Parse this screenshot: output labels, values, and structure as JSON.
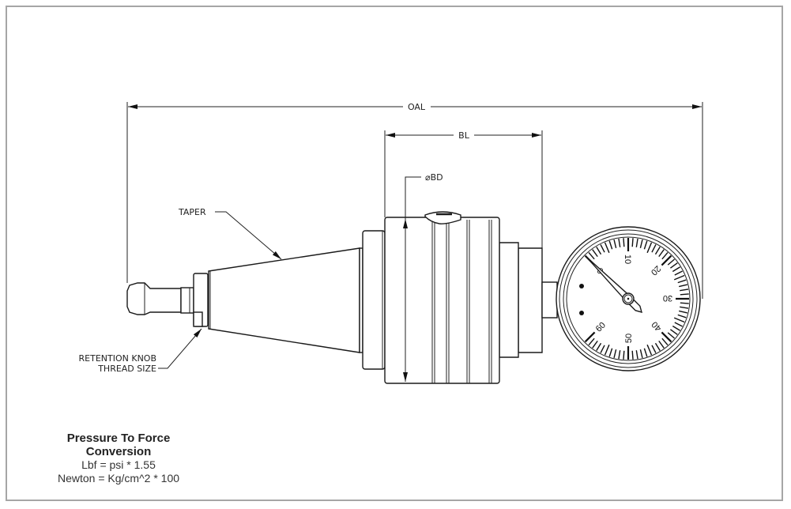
{
  "dimensions": {
    "oal": "OAL",
    "bl": "BL",
    "bd": "⌀BD",
    "taper": "TAPER",
    "retention_line1": "RETENTION KNOB",
    "retention_line2": "THREAD SIZE"
  },
  "gauge": {
    "labels": [
      "10",
      "20",
      "30",
      "40",
      "50",
      "60"
    ],
    "hidden_label": "0",
    "scale_min": 0,
    "scale_max": 60,
    "needle_value": 0
  },
  "note": {
    "title_line1": "Pressure To Force",
    "title_line2": "Conversion",
    "formula1": "Lbf = psi * 1.55",
    "formula2": "Newton = Kg/cm^2 * 100"
  }
}
